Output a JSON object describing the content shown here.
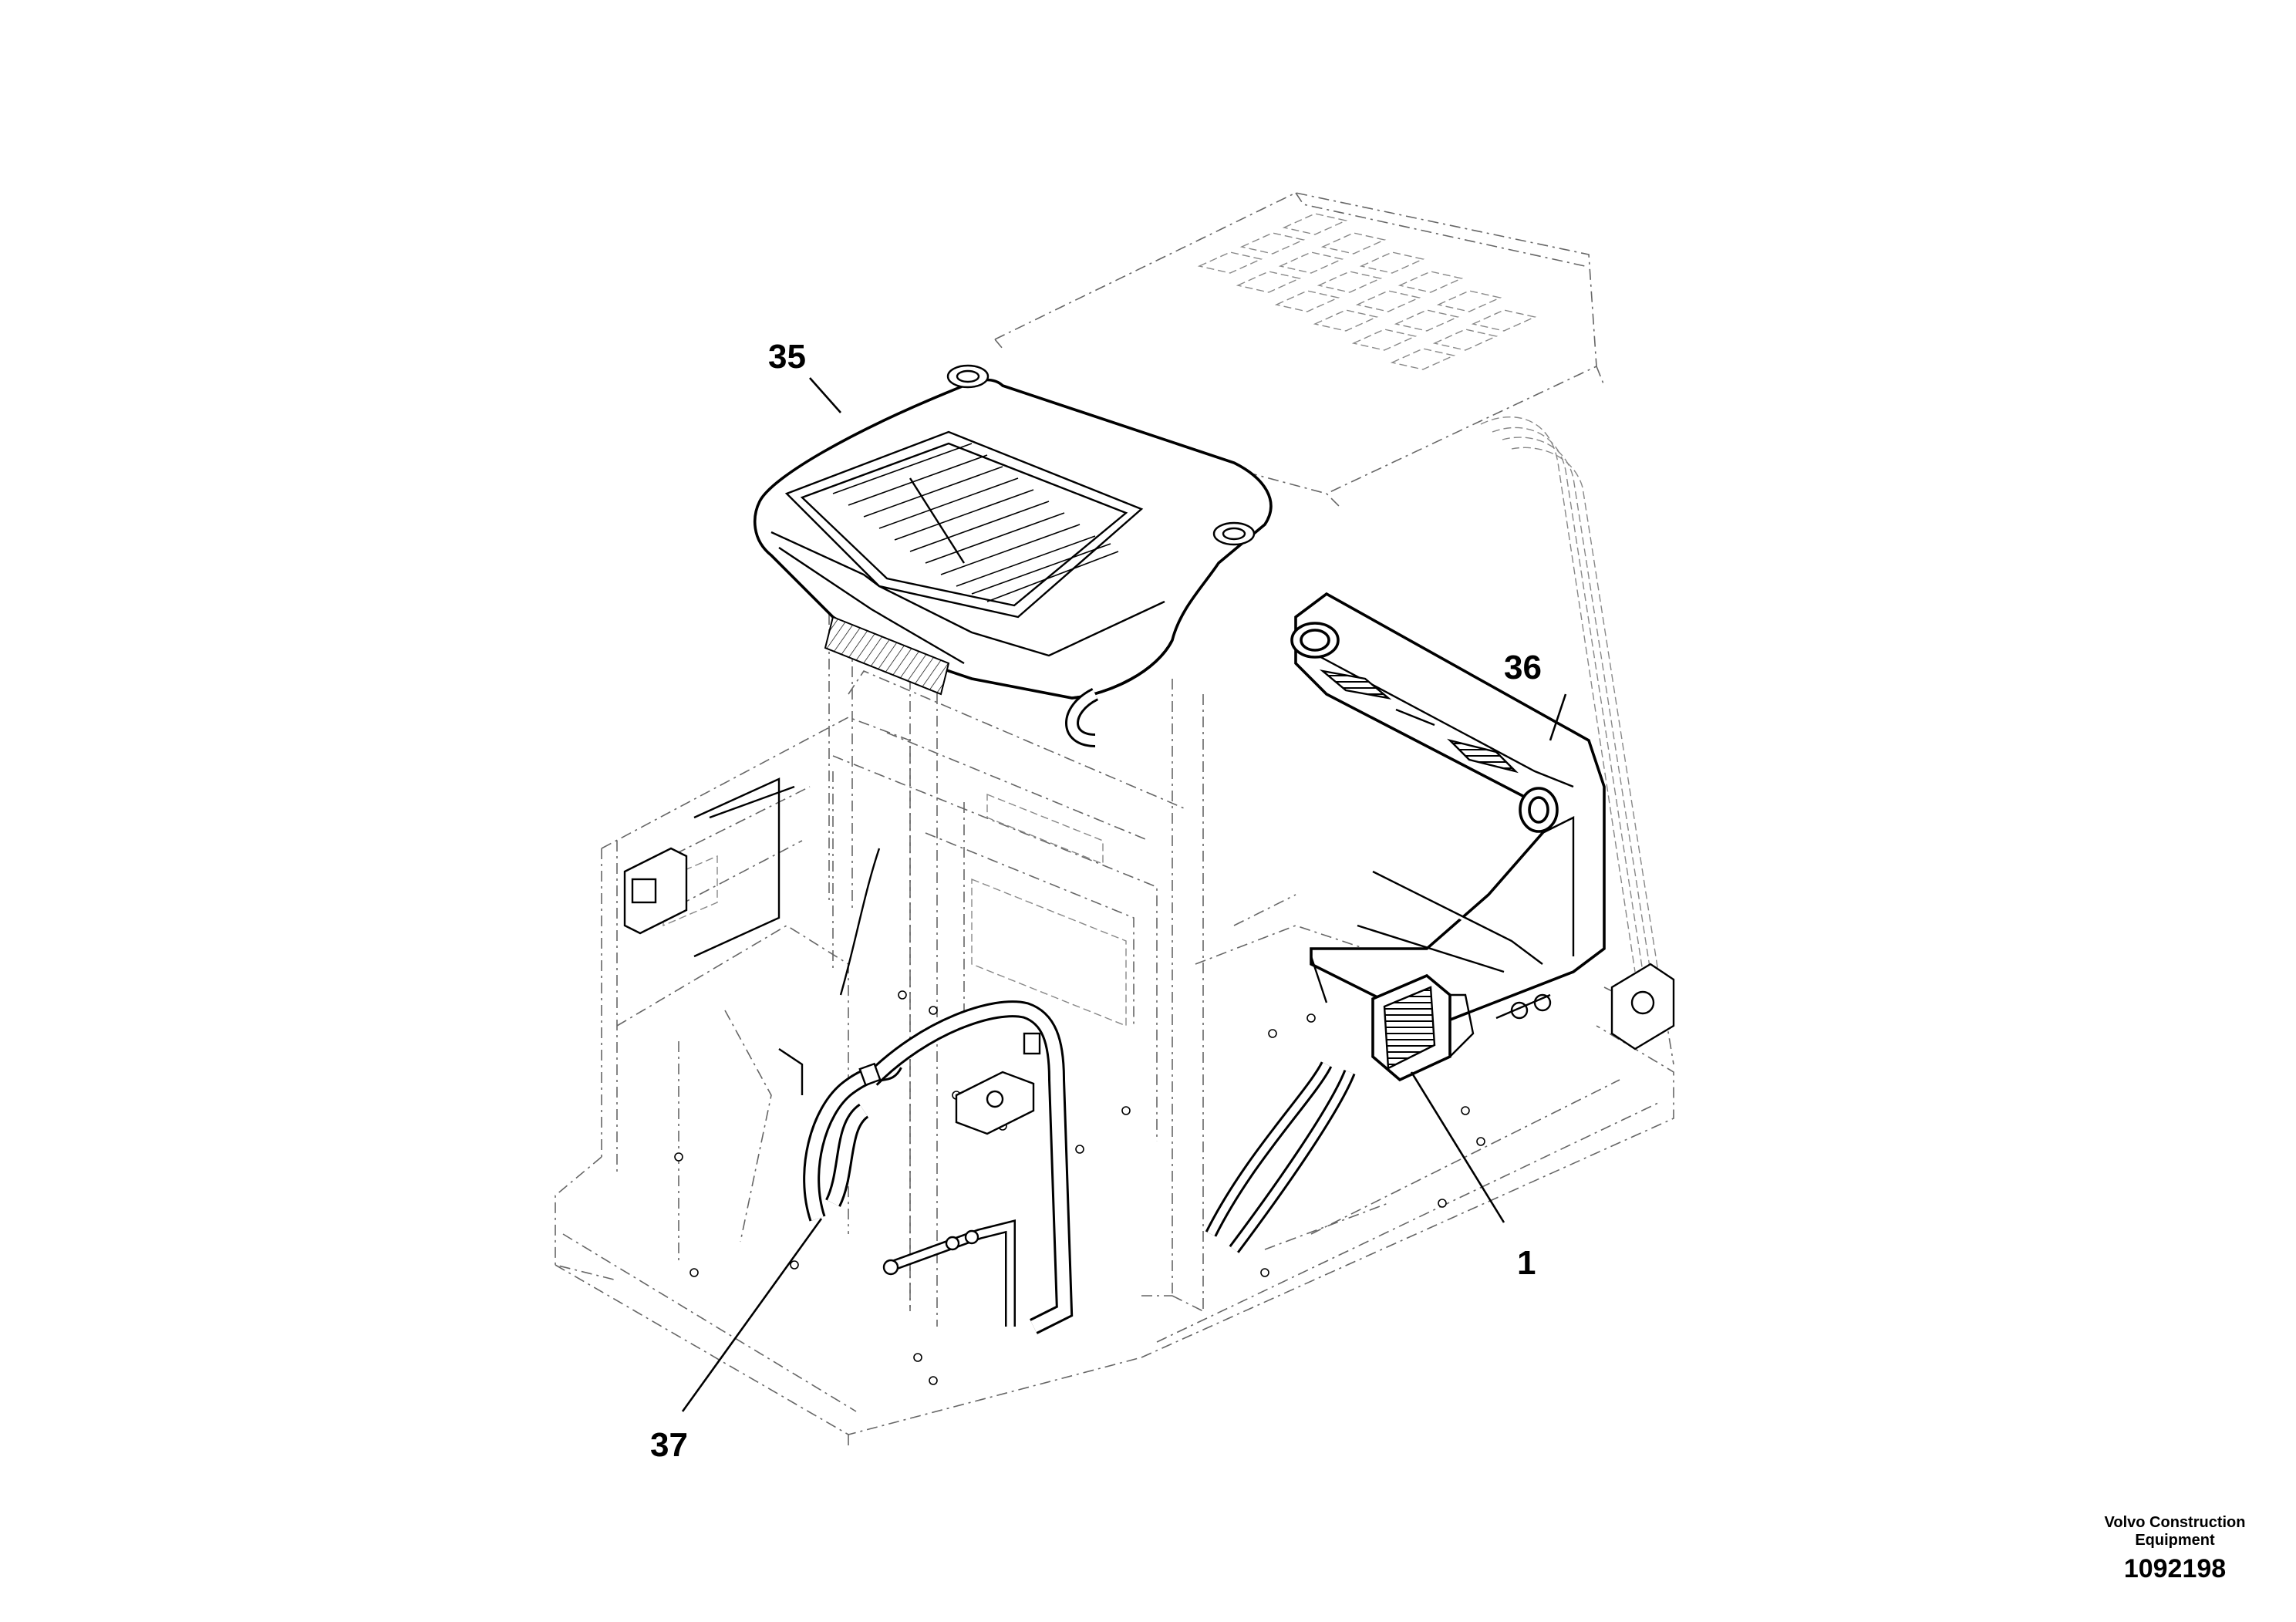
{
  "callouts": {
    "c35": "35",
    "c36": "36",
    "c1": "1",
    "c37": "37"
  },
  "footer": {
    "company_line1": "Volvo Construction",
    "company_line2": "Equipment",
    "figure_number": "1092198"
  }
}
